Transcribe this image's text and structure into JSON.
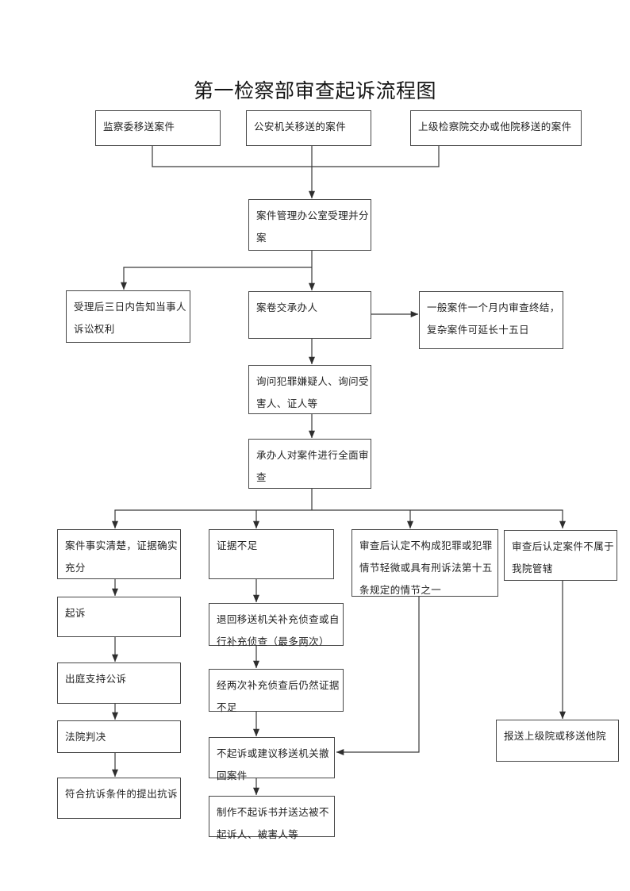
{
  "page": {
    "title": "第一检察部审查起诉流程图"
  },
  "flowchart": {
    "nodes": [
      {
        "id": "supervisory-committee-transfer",
        "label": "监察委移送案件"
      },
      {
        "id": "police-transfer",
        "label": "公安机关移送的案件"
      },
      {
        "id": "superior-or-other-court-transfer",
        "label": "上级检察院交办或他院移送的案件"
      },
      {
        "id": "case-management-office",
        "label": "案件管理办公室受理并分\n案"
      },
      {
        "id": "notify-litigation-rights",
        "label": "受理后三日内告知当事人\n诉讼权利"
      },
      {
        "id": "file-to-handler",
        "label": "案卷交承办人"
      },
      {
        "id": "review-time-limit",
        "label": "一般案件一个月内审查终结，\n复杂案件可延长十五日"
      },
      {
        "id": "interrogate-parties",
        "label": "询问犯罪嫌疑人、询问受\n害人、证人等"
      },
      {
        "id": "full-case-review",
        "label": "承办人对案件进行全面审\n查"
      },
      {
        "id": "facts-clear-evidence-sufficient",
        "label": "案件事实清楚，证据确实\n充分"
      },
      {
        "id": "insufficient-evidence",
        "label": "证据不足"
      },
      {
        "id": "no-crime-or-minor",
        "label": "审查后认定不构成犯罪或犯罪\n情节轻微或具有刑诉法第十五\n条规定的情节之一"
      },
      {
        "id": "no-jurisdiction",
        "label": "审查后认定案件不属于\n我院管辖"
      },
      {
        "id": "prosecute",
        "label": "起诉"
      },
      {
        "id": "court-support-prosecution",
        "label": "出庭支持公诉"
      },
      {
        "id": "court-judgment",
        "label": "法院判决"
      },
      {
        "id": "appeal-if-conditions-met",
        "label": "符合抗诉条件的提出抗诉"
      },
      {
        "id": "supplementary-investigation",
        "label": "退回移送机关补充侦查或自\n行补充侦查（最多两次）"
      },
      {
        "id": "still-insufficient-after-two",
        "label": "经两次补充侦查后仍然证据\n不足"
      },
      {
        "id": "no-prosecution-or-withdraw",
        "label": "不起诉或建议移送机关撤\n回案件"
      },
      {
        "id": "serve-non-prosecution-decision",
        "label": "制作不起诉书并送达被不\n起诉人、被害人等"
      },
      {
        "id": "report-superior-or-transfer",
        "label": "报送上级院或移送他院"
      }
    ],
    "edges": [
      {
        "from": "supervisory-committee-transfer",
        "to": "case-management-office"
      },
      {
        "from": "police-transfer",
        "to": "case-management-office"
      },
      {
        "from": "superior-or-other-court-transfer",
        "to": "case-management-office"
      },
      {
        "from": "case-management-office",
        "to": "notify-litigation-rights"
      },
      {
        "from": "case-management-office",
        "to": "file-to-handler"
      },
      {
        "from": "file-to-handler",
        "to": "review-time-limit"
      },
      {
        "from": "file-to-handler",
        "to": "interrogate-parties"
      },
      {
        "from": "interrogate-parties",
        "to": "full-case-review"
      },
      {
        "from": "full-case-review",
        "to": "facts-clear-evidence-sufficient"
      },
      {
        "from": "full-case-review",
        "to": "insufficient-evidence"
      },
      {
        "from": "full-case-review",
        "to": "no-crime-or-minor"
      },
      {
        "from": "full-case-review",
        "to": "no-jurisdiction"
      },
      {
        "from": "facts-clear-evidence-sufficient",
        "to": "prosecute"
      },
      {
        "from": "prosecute",
        "to": "court-support-prosecution"
      },
      {
        "from": "court-support-prosecution",
        "to": "court-judgment"
      },
      {
        "from": "court-judgment",
        "to": "appeal-if-conditions-met"
      },
      {
        "from": "insufficient-evidence",
        "to": "supplementary-investigation"
      },
      {
        "from": "supplementary-investigation",
        "to": "still-insufficient-after-two"
      },
      {
        "from": "still-insufficient-after-two",
        "to": "no-prosecution-or-withdraw"
      },
      {
        "from": "no-prosecution-or-withdraw",
        "to": "serve-non-prosecution-decision"
      },
      {
        "from": "no-crime-or-minor",
        "to": "no-prosecution-or-withdraw"
      },
      {
        "from": "no-jurisdiction",
        "to": "report-superior-or-transfer"
      }
    ]
  }
}
